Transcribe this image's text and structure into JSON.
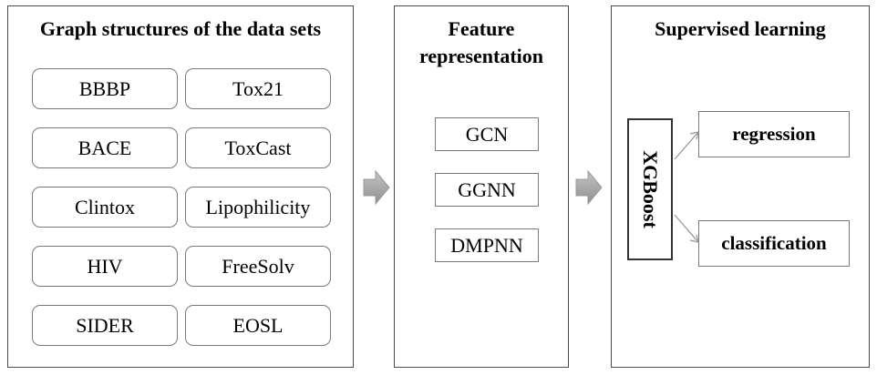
{
  "panels": {
    "datasets": {
      "title": "Graph structures of the data sets",
      "items": [
        "BBBP",
        "Tox21",
        "BACE",
        "ToxCast",
        "Clintox",
        "Lipophilicity",
        "HIV",
        "FreeSolv",
        "SIDER",
        "EOSL"
      ]
    },
    "features": {
      "title_line1": "Feature",
      "title_line2": "representation",
      "items": [
        "GCN",
        "GGNN",
        "DMPNN"
      ]
    },
    "learning": {
      "title": "Supervised learning",
      "model": "XGBoost",
      "outputs": [
        "regression",
        "classification"
      ]
    }
  },
  "colors": {
    "border": "#4a4a4a",
    "box_border": "#7a7a7a",
    "arrow_fill": "#a6a6a6"
  }
}
